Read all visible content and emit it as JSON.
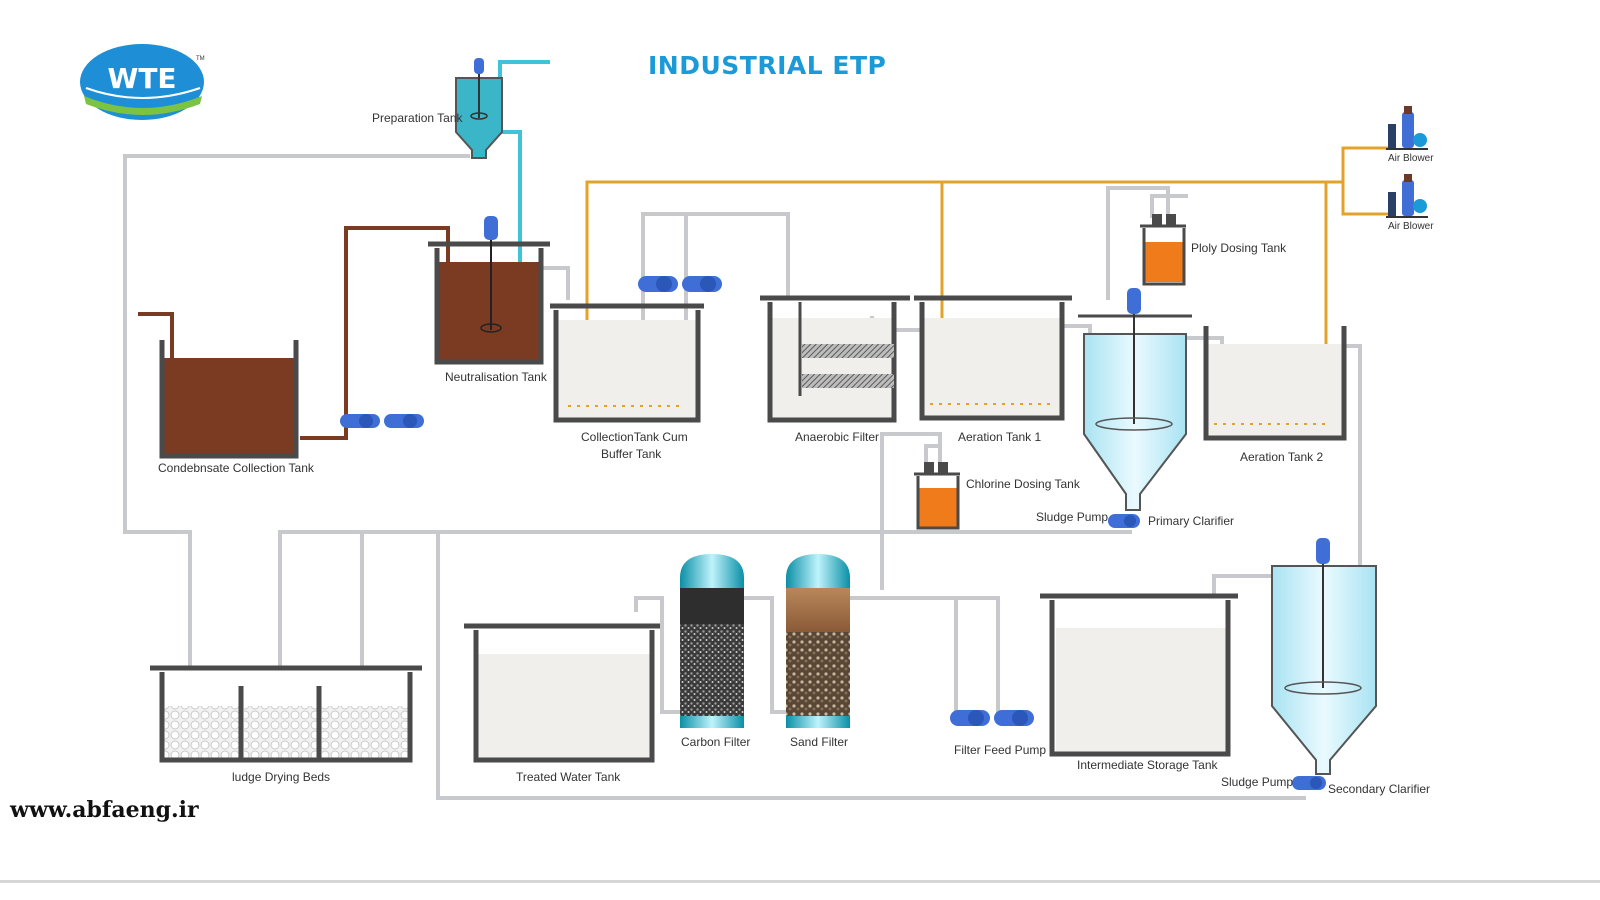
{
  "title": "INDUSTRIAL ETP",
  "logo": {
    "text": "WTE",
    "tm": "TM"
  },
  "website": "www.abfaeng.ir",
  "colors": {
    "title": "#1a9ad6",
    "sludge": "#7a3b22",
    "air_pipe": "#e3a32a",
    "pump": "#3f6fd6",
    "dosing": "#ef7b1a",
    "clarifier": "#c6ecf6"
  },
  "labels": {
    "preparation_tank": "Preparation Tank",
    "neutralisation_tank": "Neutralisation Tank",
    "condensate_tank": "Condebnsate Collection Tank",
    "collection_tank_1": "CollectionTank Cum",
    "collection_tank_2": "Buffer Tank",
    "anaerobic_filter": "Anaerobic Filter",
    "aeration_tank_1": "Aeration Tank 1",
    "poly_dosing_tank": "Ploly Dosing Tank",
    "air_blower_1": "Air Blower",
    "air_blower_2": "Air Blower",
    "aeration_tank_2": "Aeration Tank 2",
    "chlorine_dosing_tank": "Chlorine Dosing Tank",
    "sludge_pump_1": "Sludge Pump",
    "primary_clarifier": "Primary Clarifier",
    "sludge_drying_beds": "ludge Drying Beds",
    "treated_water_tank": "Treated Water Tank",
    "carbon_filter": "Carbon Filter",
    "sand_filter": "Sand Filter",
    "filter_feed_pump": "Filter Feed Pump",
    "intermediate_storage_tank": "Intermediate Storage Tank",
    "sludge_pump_2": "Sludge Pump",
    "secondary_clarifier": "Secondary Clarifier"
  }
}
